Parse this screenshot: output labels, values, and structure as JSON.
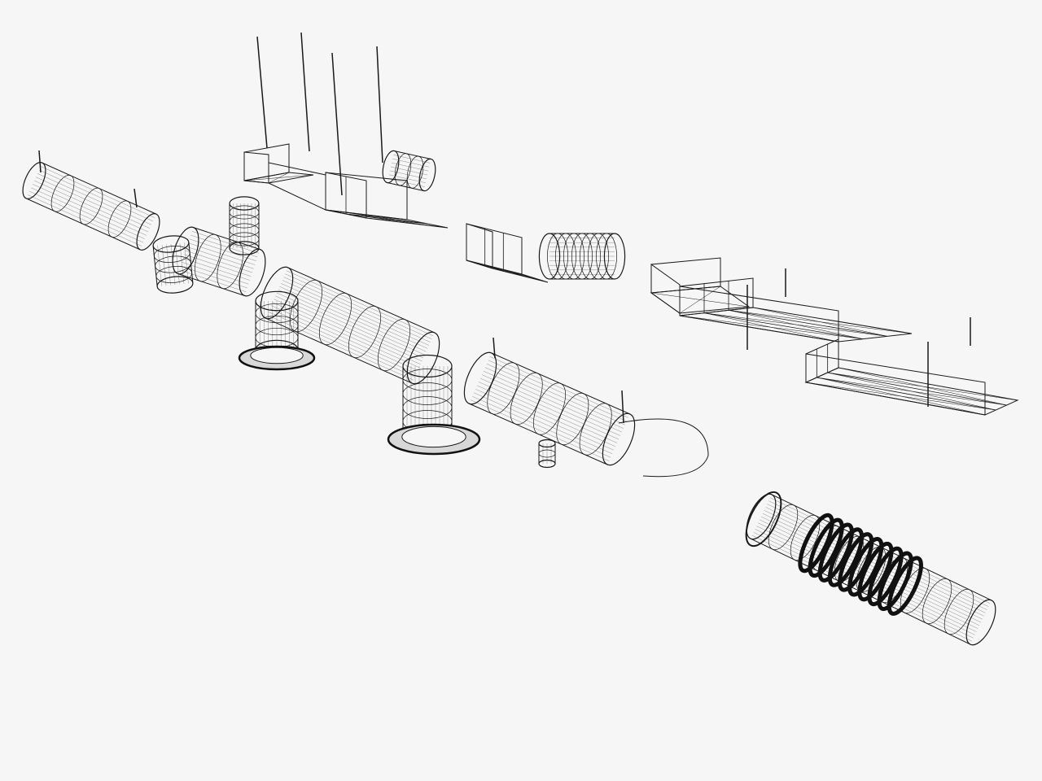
{
  "scene": {
    "background": "#f6f6f6",
    "line_color": "#1a1a1a",
    "render_style": "wireframe",
    "objects": [
      "round-duct-with-hangers",
      "round-duct-elbow",
      "hanging-rods",
      "rectangular-duct-with-transition",
      "round-duct-double-elbow-with-flanges",
      "rectangular-duct-segment-with-elbow",
      "rectangular-duct-branch-with-hangers",
      "round-duct-with-elbow-and-tee",
      "flexible-bellows-duct"
    ]
  }
}
